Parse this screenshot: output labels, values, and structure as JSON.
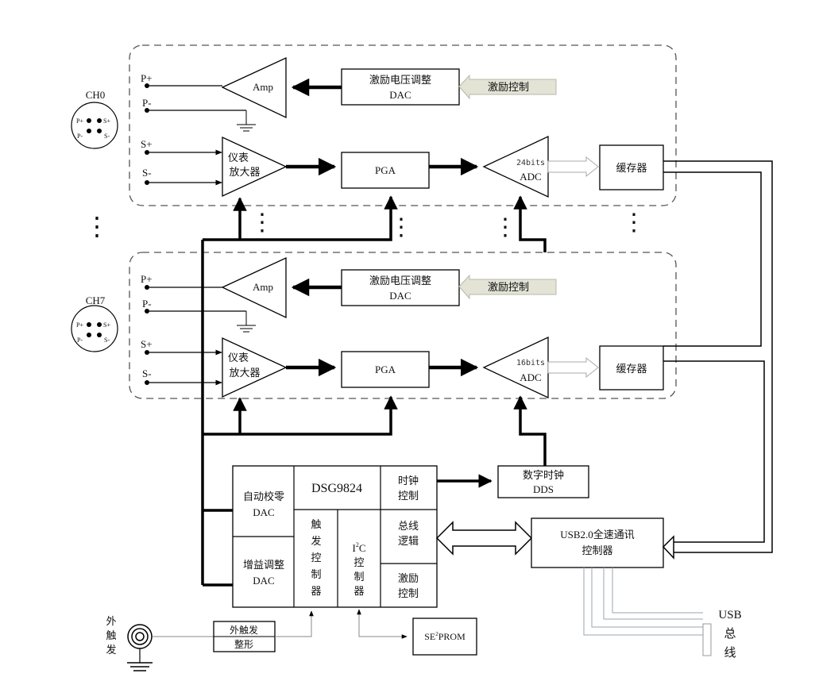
{
  "ch0": {
    "name": "CH0",
    "connector_pins": [
      "P+",
      "S+",
      "P-",
      "S-"
    ],
    "input_labels": [
      "P+",
      "P-",
      "S+",
      "S-"
    ],
    "amp": "Amp",
    "dac_line1": "激励电压调整",
    "dac_line2": "DAC",
    "excite_ctrl": "激励控制",
    "inamp_line1": "仪表",
    "inamp_line2": "放大器",
    "pga": "PGA",
    "adc_bits": "24bits",
    "adc": "ADC",
    "buffer": "缓存器"
  },
  "ch7": {
    "name": "CH7",
    "connector_pins": [
      "P+",
      "S+",
      "P-",
      "S-"
    ],
    "input_labels": [
      "P+",
      "P-",
      "S+",
      "S-"
    ],
    "amp": "Amp",
    "dac_line1": "激励电压调整",
    "dac_line2": "DAC",
    "excite_ctrl": "激励控制",
    "inamp_line1": "仪表",
    "inamp_line2": "放大器",
    "pga": "PGA",
    "adc_bits": "16bits",
    "adc": "ADC",
    "buffer": "缓存器"
  },
  "controller": {
    "title": "DSG9824",
    "autozero_line1": "自动校零",
    "autozero_line2": "DAC",
    "gain_line1": "增益调整",
    "gain_line2": "DAC",
    "trigger_ctrl": [
      "触",
      "发",
      "控",
      "制",
      "器"
    ],
    "i2c_prefix": "I",
    "i2c_sup": "2",
    "i2c_suffix": "C",
    "i2c_ctrl": [
      "控",
      "制",
      "器"
    ],
    "clock_line1": "时钟",
    "clock_line2": "控制",
    "bus_line1": "总线",
    "bus_line2": "逻辑",
    "excite_line1": "激励",
    "excite_line2": "控制"
  },
  "dds": {
    "line1": "数字时钟",
    "line2": "DDS"
  },
  "usb_ctrl": {
    "line1": "USB2.0全速通讯",
    "line2": "控制器"
  },
  "usb_bus": {
    "line1": "USB",
    "line2": "总",
    "line3": "线"
  },
  "ext_trigger": {
    "label": [
      "外",
      "触",
      "发"
    ],
    "shaper_line1": "外触发",
    "shaper_line2": "整形"
  },
  "eeprom": {
    "prefix": "SE",
    "sup": "2",
    "suffix": "PROM"
  },
  "ellipsis": "⋮"
}
